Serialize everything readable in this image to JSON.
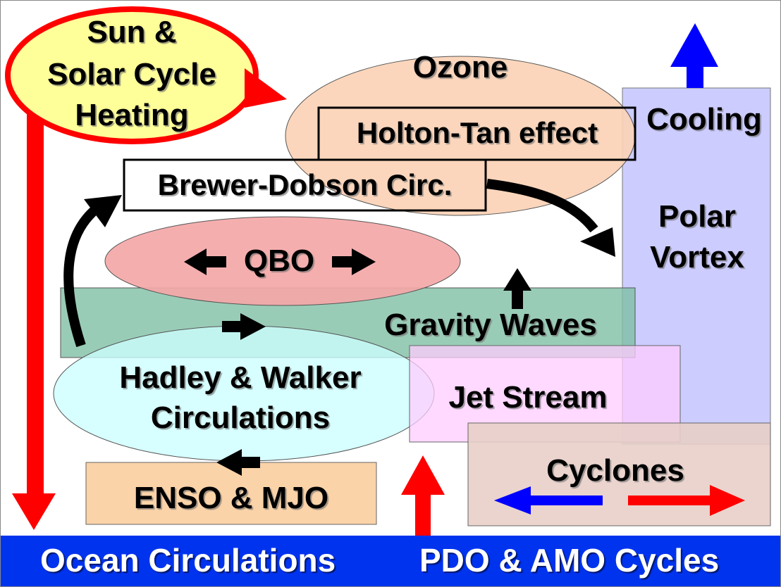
{
  "diagram": {
    "sun": {
      "line1": "Sun &",
      "line2": "Solar Cycle",
      "line3": "Heating"
    },
    "ozone": "Ozone",
    "holton_tan": "Holton-Tan effect",
    "brewer_dobson": "Brewer-Dobson Circ.",
    "qbo": "QBO",
    "gravity_waves": "Gravity Waves",
    "hadley": {
      "line1": "Hadley & Walker",
      "line2": "Circulations"
    },
    "jet_stream": "Jet Stream",
    "enso": "ENSO & MJO",
    "cyclones": "Cyclones",
    "cooling": "Cooling",
    "polar_vortex": {
      "line1": "Polar",
      "line2": "Vortex"
    },
    "ocean_circulations": "Ocean Circulations",
    "pdo_amo": "PDO & AMO Cycles"
  },
  "colors": {
    "sun_fill": "#ffff99",
    "sun_border": "#ff0000",
    "ozone_fill": "#fbd3b6",
    "qbo_fill": "#f4a7a7",
    "gravity_fill": "#7fbfa5",
    "hadley_fill": "#ccffff",
    "jet_fill": "#ffccff",
    "enso_fill": "#fbd3a8",
    "cyclones_fill": "#e8cfc8",
    "polar_fill": "#ccccff",
    "ocean_bar": "#0033ee",
    "red_arrow": "#ff0000",
    "blue_arrow": "#0000ff"
  }
}
